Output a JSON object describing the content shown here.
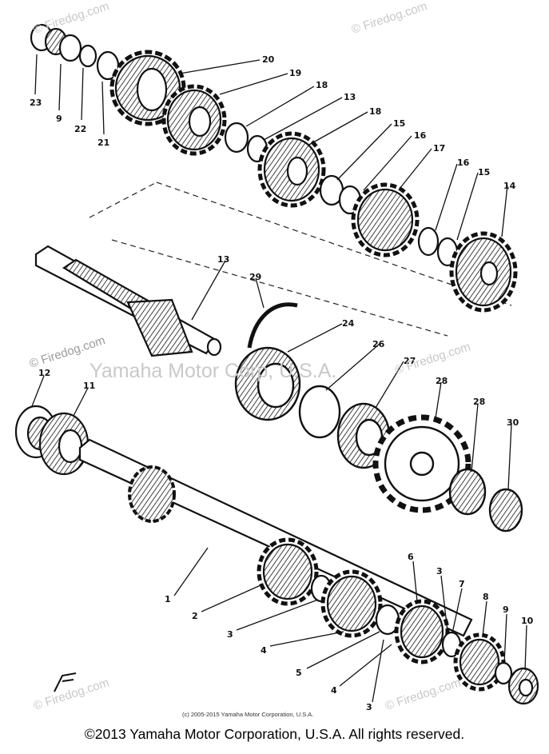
{
  "watermark": {
    "brand": "© Firedog.com",
    "center": "Yamaha Motor Corp, U.S.A."
  },
  "small_copyright": "(c) 2005-2015 Yamaha Motor Corporation, U.S.A.",
  "footer_copyright": "©2013 Yamaha Motor Corporation, U.S.A. All rights reserved.",
  "callouts": [
    "23",
    "9",
    "22",
    "21",
    "20",
    "19",
    "18",
    "13",
    "18",
    "15",
    "16",
    "17",
    "16",
    "15",
    "14",
    "13",
    "29",
    "24",
    "26",
    "27",
    "28",
    "28",
    "30",
    "12",
    "11",
    "1",
    "2",
    "3",
    "4",
    "5",
    "4",
    "3",
    "6",
    "3",
    "7",
    "8",
    "9",
    "10"
  ],
  "colors": {
    "line": "#111111",
    "watermark": "#c8c8c8"
  }
}
